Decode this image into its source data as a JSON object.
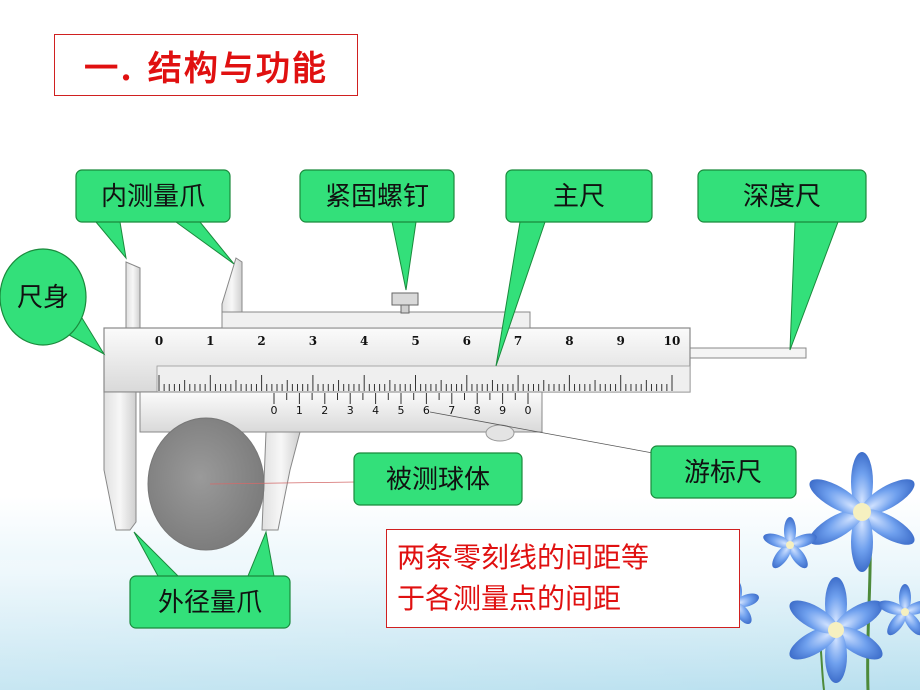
{
  "title": "一. 结构与功能",
  "labels": {
    "inner_jaw": "内测量爪",
    "screw": "紧固螺钉",
    "main_scale": "主尺",
    "depth_rod": "深度尺",
    "body": "尺身",
    "ball": "被测球体",
    "vernier": "游标尺",
    "outer_jaw": "外径量爪"
  },
  "main_scale_numbers": [
    "0",
    "1",
    "2",
    "3",
    "4",
    "5",
    "6",
    "7",
    "8",
    "9",
    "10"
  ],
  "vernier_numbers": [
    "0",
    "1",
    "2",
    "3",
    "4",
    "5",
    "6",
    "7",
    "8",
    "9",
    "0"
  ],
  "note": {
    "line1": "两条零刻线的间距等",
    "line2": "于各测量点的间距"
  },
  "colors": {
    "callout_fill": "#33e07a",
    "callout_stroke": "#1a8a3c",
    "title_red": "#e01010",
    "caliper_light": "#f2f2f2",
    "caliper_shade": "#c8c8c8",
    "ball_gray": "#8c8c8c",
    "flower_blue": "#5a8fe0"
  }
}
